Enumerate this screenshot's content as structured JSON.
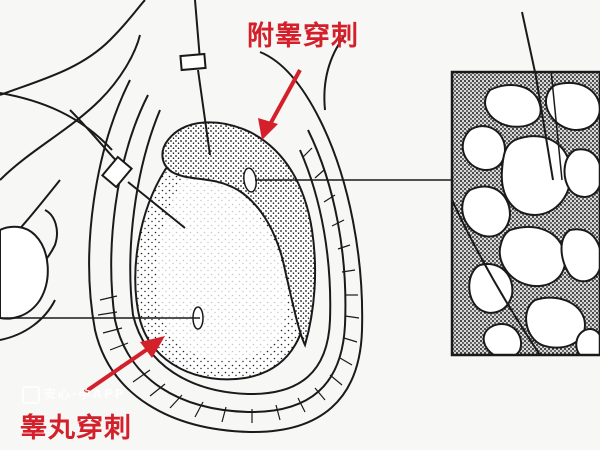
{
  "labels": {
    "epididymis_puncture": "附睾穿刺",
    "testicular_puncture": "睾丸穿刺"
  },
  "watermark": {
    "text": "安心·孕APP"
  },
  "colors": {
    "label_red": "#d4202b",
    "ink": "#1a1a1a",
    "paper": "#f7f7f5"
  }
}
